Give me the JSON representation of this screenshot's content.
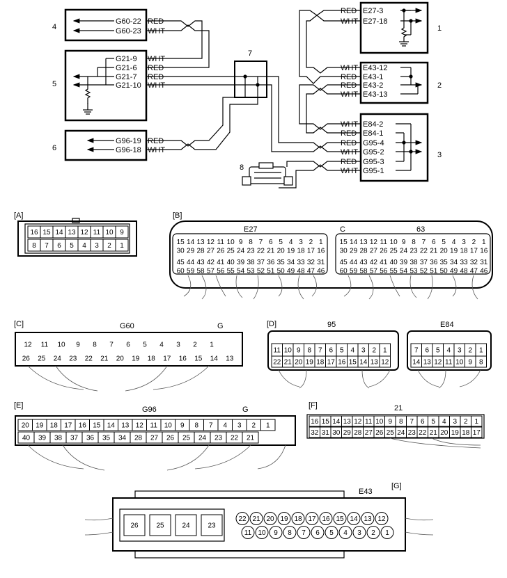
{
  "wiring": {
    "labels": {
      "n1": "1",
      "n2": "2",
      "n3": "3",
      "n4": "4",
      "n5": "5",
      "n6": "6",
      "n7": "7",
      "n8": "8"
    },
    "group4": {
      "pin_a": "G60-22",
      "pin_b": "G60-23",
      "col_a": "RED",
      "col_b": "WHT"
    },
    "group5": {
      "pin_a": "G21-9",
      "pin_b": "G21-6",
      "pin_c": "G21-7",
      "pin_d": "G21-10",
      "col_a": "WHT",
      "col_b": "RED",
      "col_c": "RED",
      "col_d": "WHT"
    },
    "group6": {
      "pin_a": "G96-19",
      "pin_b": "G96-18",
      "col_a": "RED",
      "col_b": "WHT"
    },
    "group1": {
      "pin_a": "E27-3",
      "pin_b": "E27-18",
      "col_a": "RED",
      "col_b": "WHT"
    },
    "group2": {
      "pin_a": "E43-12",
      "pin_b": "E43-1",
      "pin_c": "E43-2",
      "pin_d": "E43-13",
      "col_a": "WHT",
      "col_b": "RED",
      "col_c": "RED",
      "col_d": "WHT"
    },
    "group3": {
      "pin_a": "E84-2",
      "pin_b": "E84-1",
      "pin_c": "G95-4",
      "pin_d": "G95-2",
      "pin_e": "G95-3",
      "pin_f": "G95-1",
      "col_a": "WHT",
      "col_b": "RED",
      "col_c": "RED",
      "col_d": "WHT",
      "col_e": "RED",
      "col_f": "WHT"
    }
  },
  "connectors": {
    "A": {
      "tag": "[A]",
      "top": [
        "16",
        "15",
        "14",
        "13",
        "12",
        "11",
        "10",
        "9"
      ],
      "bottom": [
        "8",
        "7",
        "6",
        "5",
        "4",
        "3",
        "2",
        "1"
      ]
    },
    "B": {
      "tag": "[B]",
      "left_title": "E27",
      "mid_title": "C",
      "right_title": "63",
      "row1": [
        "15",
        "14",
        "13",
        "12",
        "11",
        "10",
        "9",
        "8",
        "7",
        "6",
        "5",
        "4",
        "3",
        "2",
        "1"
      ],
      "row2": [
        "30",
        "29",
        "28",
        "27",
        "26",
        "25",
        "24",
        "23",
        "22",
        "21",
        "20",
        "19",
        "18",
        "17",
        "16"
      ],
      "row3": [
        "45",
        "44",
        "43",
        "42",
        "41",
        "40",
        "39",
        "38",
        "37",
        "36",
        "35",
        "34",
        "33",
        "32",
        "31"
      ],
      "row4": [
        "60",
        "59",
        "58",
        "57",
        "56",
        "55",
        "54",
        "53",
        "52",
        "51",
        "50",
        "49",
        "48",
        "47",
        "46"
      ]
    },
    "C": {
      "tag": "[C]",
      "title": "G60",
      "title2": "G",
      "top": [
        "12",
        "11",
        "10",
        "9",
        "8",
        "7",
        "6",
        "5",
        "4",
        "3",
        "2",
        "1"
      ],
      "bottom": [
        "26",
        "25",
        "24",
        "23",
        "22",
        "21",
        "20",
        "19",
        "18",
        "17",
        "16",
        "15",
        "14",
        "13"
      ]
    },
    "D": {
      "tag": "[D]",
      "title_left": "95",
      "title_right": "E84",
      "left_top": [
        "11",
        "10",
        "9",
        "8",
        "7",
        "6",
        "5",
        "4",
        "3",
        "2",
        "1"
      ],
      "left_bottom": [
        "22",
        "21",
        "20",
        "19",
        "18",
        "17",
        "16",
        "15",
        "14",
        "13",
        "12"
      ],
      "right_top": [
        "7",
        "6",
        "5",
        "4",
        "3",
        "2",
        "1"
      ],
      "right_bottom": [
        "14",
        "13",
        "12",
        "11",
        "10",
        "9",
        "8"
      ]
    },
    "E": {
      "tag": "[E]",
      "title": "G96",
      "title2": "G",
      "top": [
        "20",
        "19",
        "18",
        "17",
        "16",
        "15",
        "14",
        "13",
        "12",
        "11",
        "10",
        "9",
        "8",
        "7",
        "4",
        "3",
        "2",
        "1"
      ],
      "bottom": [
        "40",
        "39",
        "38",
        "37",
        "36",
        "35",
        "34",
        "28",
        "27",
        "26",
        "25",
        "24",
        "23",
        "22",
        "21"
      ]
    },
    "F": {
      "tag": "[F]",
      "title": "21",
      "top": [
        "16",
        "15",
        "14",
        "13",
        "12",
        "11",
        "10",
        "9",
        "8",
        "7",
        "6",
        "5",
        "4",
        "3",
        "2",
        "1"
      ],
      "bottom": [
        "32",
        "31",
        "30",
        "29",
        "28",
        "27",
        "26",
        "25",
        "24",
        "23",
        "22",
        "21",
        "20",
        "19",
        "18",
        "17"
      ]
    },
    "G": {
      "tag": "[G]",
      "title": "E43",
      "squares": [
        "26",
        "25",
        "24",
        "23"
      ],
      "top": [
        "22",
        "21",
        "20",
        "19",
        "18",
        "17",
        "16",
        "15",
        "14",
        "13",
        "12"
      ],
      "bottom": [
        "11",
        "10",
        "9",
        "8",
        "7",
        "6",
        "5",
        "4",
        "3",
        "2",
        "1"
      ]
    }
  }
}
